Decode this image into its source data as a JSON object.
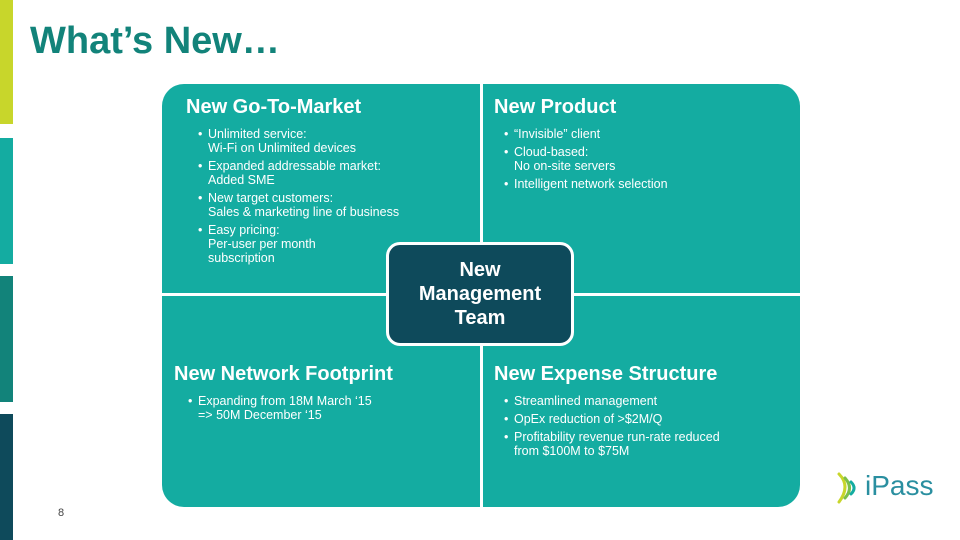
{
  "slide": {
    "title": "What’s New…",
    "page_number": "8"
  },
  "colors": {
    "accent_teal": "#14aca1",
    "title_teal": "#12837a",
    "center_navy": "#0e4a5b",
    "sidebar": [
      "#c8d62b",
      "#14aca1",
      "#12837a",
      "#0e4a5b"
    ]
  },
  "quadrants": {
    "top_left": {
      "heading": "New Go-To-Market",
      "bullets": [
        [
          "Unlimited service:",
          "Wi-Fi on Unlimited devices"
        ],
        [
          "Expanded addressable market:",
          "Added SME"
        ],
        [
          "New target customers:",
          "Sales & marketing line of business"
        ],
        [
          "Easy pricing:",
          "Per-user per month",
          "subscription"
        ]
      ]
    },
    "top_right": {
      "heading": "New Product",
      "bullets": [
        [
          "“Invisible” client"
        ],
        [
          "Cloud-based:",
          "No on-site servers"
        ],
        [
          "Intelligent network selection"
        ]
      ]
    },
    "bottom_left": {
      "heading": "New Network Footprint",
      "bullets": [
        [
          "Expanding from 18M March ‘15",
          "=> 50M December ‘15"
        ]
      ]
    },
    "bottom_right": {
      "heading": "New Expense Structure",
      "bullets": [
        [
          "Streamlined management"
        ],
        [
          "OpEx reduction of >$2M/Q"
        ],
        [
          "Profitability revenue run-rate reduced",
          "from $100M to $75M"
        ]
      ]
    }
  },
  "center": {
    "line1": "New",
    "line2": "Management",
    "line3": "Team"
  },
  "logo": {
    "text": "iPass",
    "icon": "signal-waves-icon"
  }
}
